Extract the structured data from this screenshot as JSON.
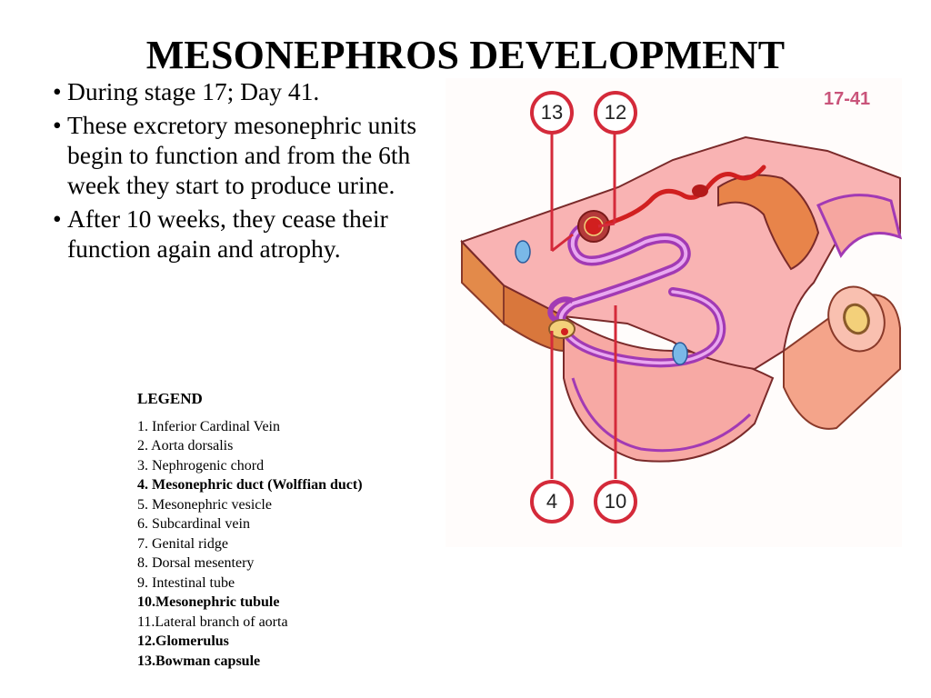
{
  "title": "MESONEPHROS DEVELOPMENT",
  "bullet_char": "•",
  "bullets": [
    "During stage 17; Day 41.",
    "These excretory mesonephric units begin to function and from the 6th week they start to produce urine.",
    "After 10 weeks, they cease their function again and atrophy."
  ],
  "legend": {
    "title": "LEGEND",
    "items": [
      {
        "text": "1. Inferior Cardinal Vein",
        "bold": false
      },
      {
        "text": "2. Aorta dorsalis",
        "bold": false
      },
      {
        "text": "3. Nephrogenic chord",
        "bold": false
      },
      {
        "text": "4. Mesonephric duct (Wolffian duct)",
        "bold": true
      },
      {
        "text": "5. Mesonephric vesicle",
        "bold": false
      },
      {
        "text": "6. Subcardinal vein",
        "bold": false
      },
      {
        "text": "7. Genital ridge",
        "bold": false
      },
      {
        "text": "8. Dorsal mesentery",
        "bold": false
      },
      {
        "text": "9. Intestinal tube",
        "bold": false
      },
      {
        "text": "10.Mesonephric tubule",
        "bold": true
      },
      {
        "text": "11.Lateral branch of aorta",
        "bold": false
      },
      {
        "text": "12.Glomerulus",
        "bold": true
      },
      {
        "text": "13.Bowman capsule",
        "bold": true
      }
    ]
  },
  "figure": {
    "code": "17-41",
    "callouts": [
      "13",
      "12",
      "4",
      "10"
    ],
    "colors": {
      "tissue": "#f9b3b3",
      "tissue_edge": "#c95a2a",
      "cut_face": "#e38a4a",
      "tubule": "#a23ab4",
      "blood": "#d11f1f",
      "callout": "#d42a3a",
      "vessel": "#7ab8e8"
    }
  }
}
